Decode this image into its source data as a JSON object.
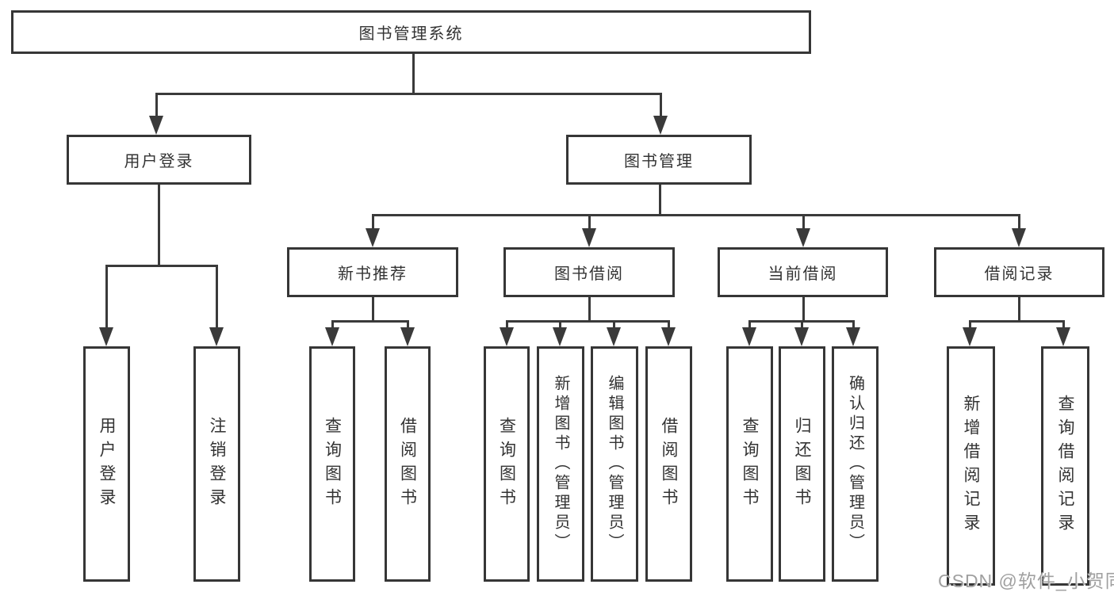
{
  "tree": {
    "label": "图书管理系统",
    "children": [
      {
        "label": "用户登录",
        "children": [
          {
            "label": "用户登录"
          },
          {
            "label": "注销登录"
          }
        ]
      },
      {
        "label": "图书管理",
        "children": [
          {
            "label": "新书推荐",
            "children": [
              {
                "label": "查询图书"
              },
              {
                "label": "借阅图书"
              }
            ]
          },
          {
            "label": "图书借阅",
            "children": [
              {
                "label": "查询图书"
              },
              {
                "label": "新增图书（管理员）"
              },
              {
                "label": "编辑图书（管理员）"
              },
              {
                "label": "借阅图书"
              }
            ]
          },
          {
            "label": "当前借阅",
            "children": [
              {
                "label": "查询图书"
              },
              {
                "label": "归还图书"
              },
              {
                "label": "确认归还（管理员）"
              }
            ]
          },
          {
            "label": "借阅记录",
            "children": [
              {
                "label": "新增借阅记录"
              },
              {
                "label": "查询借阅记录"
              }
            ]
          }
        ]
      }
    ]
  },
  "watermark": {
    "text": "CSDN @软件_小贺同学"
  },
  "colors": {
    "line": "#3a3a3a",
    "box_border": "#363636",
    "text": "#333333",
    "watermark": "#a0a0a0",
    "background": "#ffffff"
  }
}
